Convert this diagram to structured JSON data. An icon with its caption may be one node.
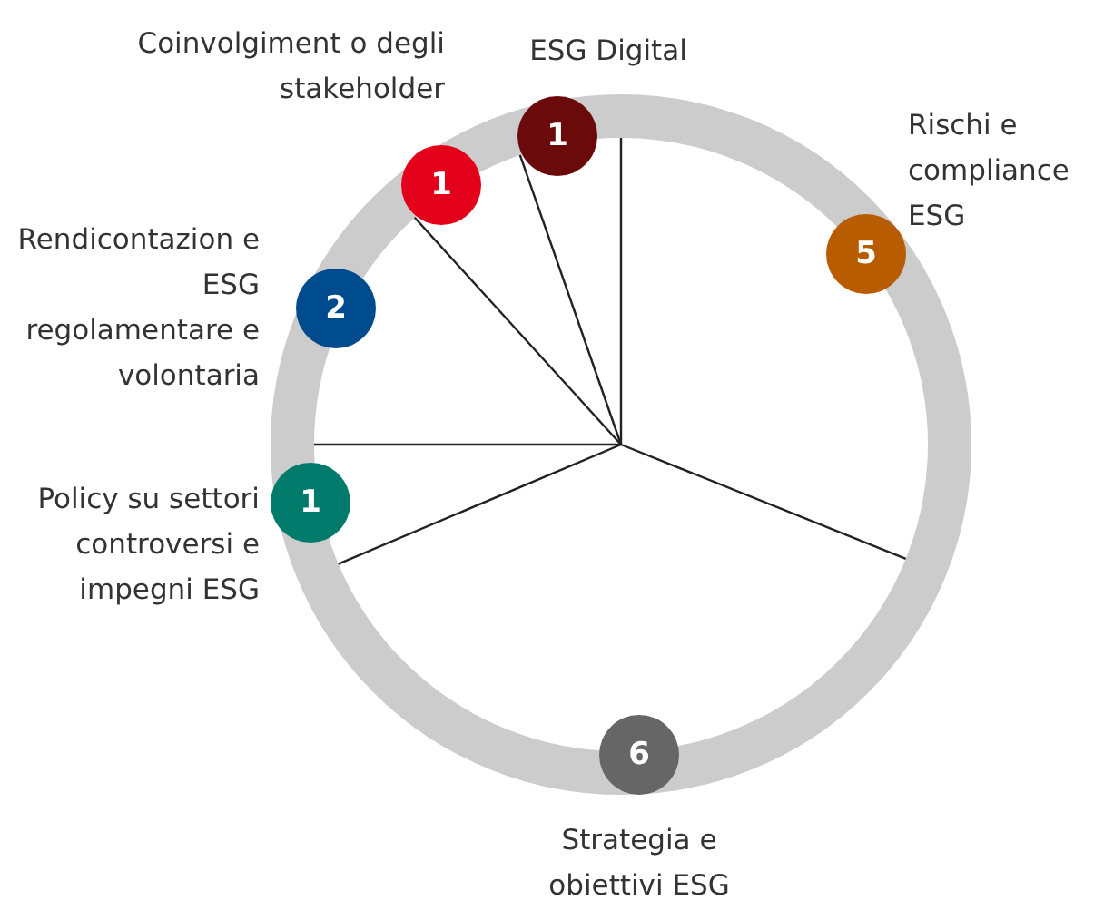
{
  "diagram": {
    "nodes": [
      {
        "text": [
          "1"
        ],
        "beside": [
          "ESG Digital"
        ]
      },
      {
        "text": [
          "1"
        ],
        "beside": [
          "Coinvolgiment o degli stakeholder"
        ]
      },
      {
        "text": [
          "2"
        ],
        "beside": [
          "Rendicontazion e ESG regolamentare e volontaria"
        ]
      },
      {
        "text": [
          "1"
        ],
        "beside": [
          "Policy su settori controversi e impegni ESG"
        ]
      },
      {
        "text": [
          "5"
        ],
        "beside": [
          "Rischi e compliance ESG"
        ]
      },
      {
        "text": [
          "6"
        ],
        "beside": [
          "Strategia e obiettivi ESG"
        ]
      }
    ]
  }
}
